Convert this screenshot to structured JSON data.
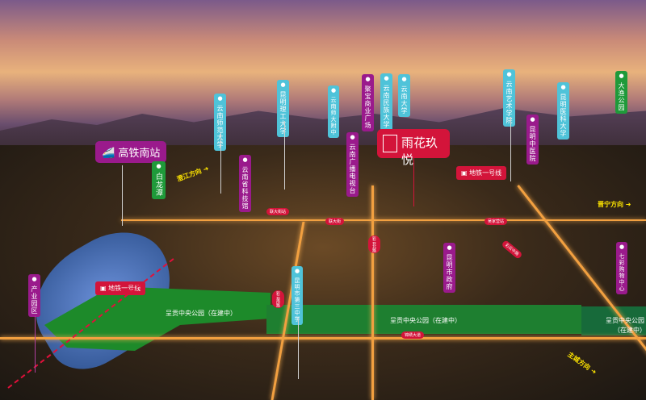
{
  "project": {
    "name": "雨花玖悦"
  },
  "landmarks": [
    {
      "label": "高铁南站",
      "icon": "train-icon"
    },
    {
      "label": "白龙潭",
      "icon": "park-icon"
    },
    {
      "label": "云南师范大学",
      "icon": "school-icon"
    },
    {
      "label": "云南省科技馆",
      "icon": "building-icon"
    },
    {
      "label": "昆明理工大学",
      "icon": "school-icon"
    },
    {
      "label": "云南师大附中",
      "icon": "school-icon"
    },
    {
      "label": "云南广播电视台",
      "icon": "building-icon"
    },
    {
      "label": "聚宝商业广场",
      "icon": "building-icon"
    },
    {
      "label": "云南民族大学",
      "icon": "school-icon"
    },
    {
      "label": "云南大学",
      "icon": "school-icon"
    },
    {
      "label": "云南艺术学院",
      "icon": "school-icon"
    },
    {
      "label": "昆明中医院",
      "icon": "hospital-icon"
    },
    {
      "label": "昆明医科大学",
      "icon": "school-icon"
    },
    {
      "label": "大渔公园",
      "icon": "park-icon"
    },
    {
      "label": "产业园区",
      "icon": "building-icon"
    },
    {
      "label": "昆明市第三中学",
      "icon": "school-icon"
    },
    {
      "label": "昆明市政府",
      "icon": "building-icon"
    },
    {
      "label": "七彩购物中心",
      "icon": "building-icon"
    }
  ],
  "metro": {
    "label1": "地铁一号线",
    "label2": "地铁一号线"
  },
  "directions": {
    "chengjiang": "澄江方向",
    "jinning": "晋宁方向",
    "main_city": "主城方向"
  },
  "parks": {
    "p1": "呈贡中央公园（在建中）",
    "p2": "呈贡中央公园（在建中）",
    "p3a": "呈贡中央公园",
    "p3b": "（在建中）"
  },
  "roads": {
    "r1": "联大街",
    "r2": "彩云北路",
    "r3": "锦绣大道",
    "r4": "彩云南路",
    "r5": "吴家营站",
    "r6": "联大街站",
    "r7": "彩云中路"
  }
}
